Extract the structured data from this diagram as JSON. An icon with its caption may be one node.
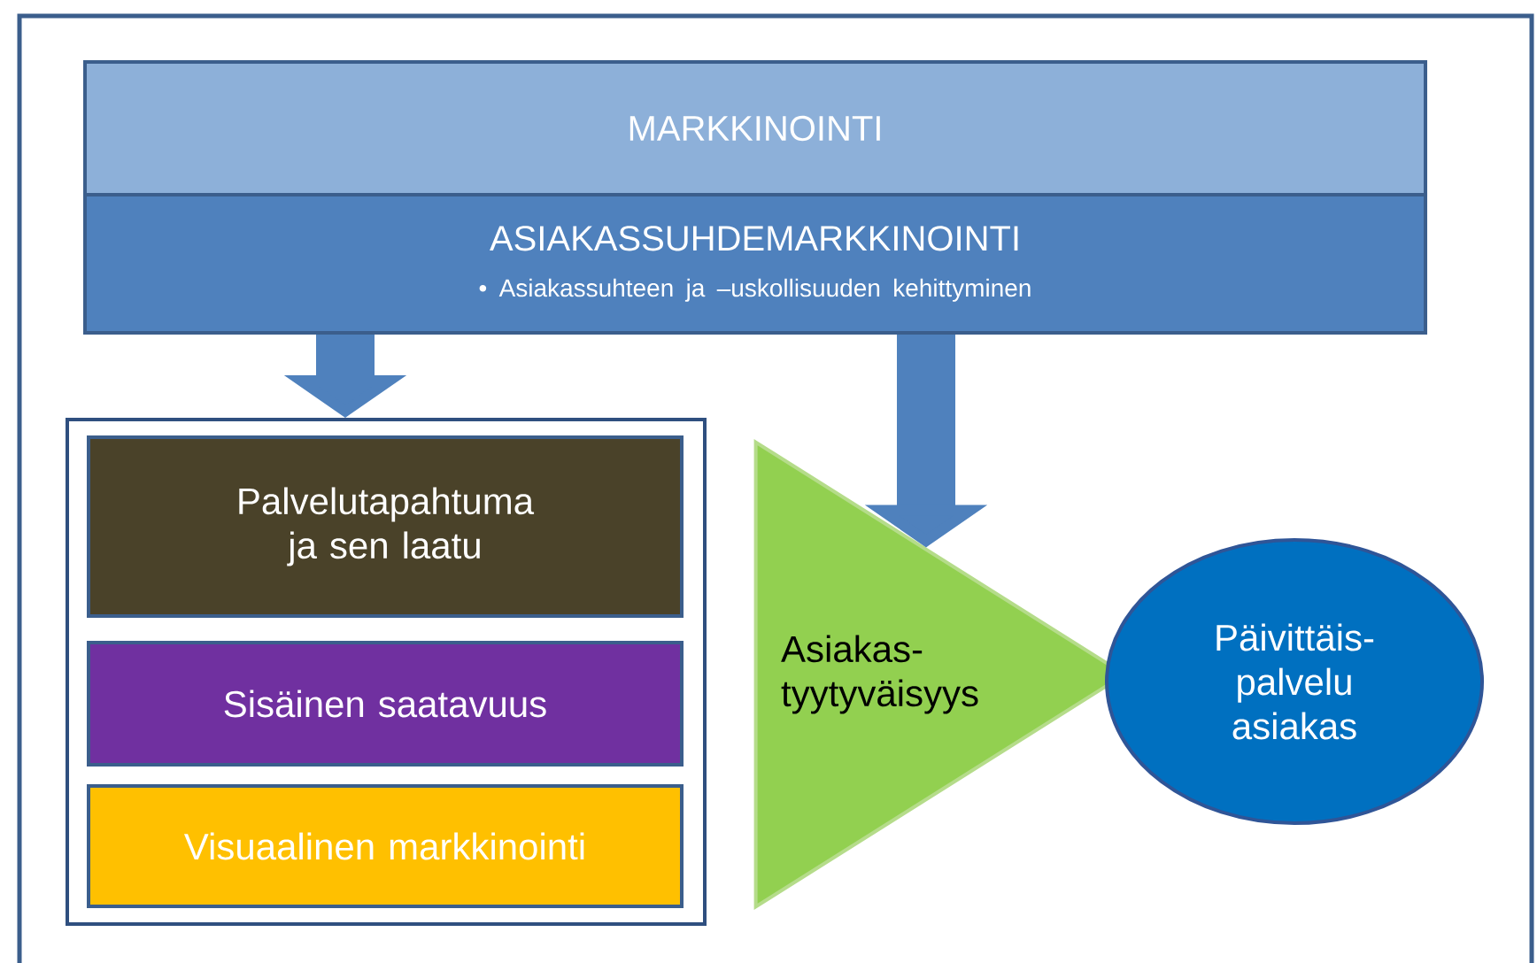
{
  "diagram": {
    "nodes": [
      {
        "text": [
          "MARKKINOINTI"
        ]
      },
      {
        "text": [
          "ASIAKASSUHDEMARKKINOINTI",
          "• Asiakassuhteen ja –uskollisuuden kehittyminen"
        ]
      },
      {
        "text": [],
        "shape": "box"
      },
      {
        "text": [
          "Palvelutapahtuma ja sen laatu"
        ],
        "in": 2
      },
      {
        "text": [
          "Sisäinen saatavuus"
        ],
        "in": 2
      },
      {
        "text": [
          "Visuaalinen markkinointi"
        ],
        "in": 2
      },
      {
        "text": [
          "Asiakas- tyytyväisyys"
        ]
      },
      {
        "text": [
          "Päivittäis- palvelu asiakas"
        ]
      }
    ],
    "edges": [
      {
        "from": 1,
        "to": 2,
        "arrow": "to"
      },
      {
        "from": 1,
        "to": 6,
        "arrow": "to"
      }
    ]
  }
}
